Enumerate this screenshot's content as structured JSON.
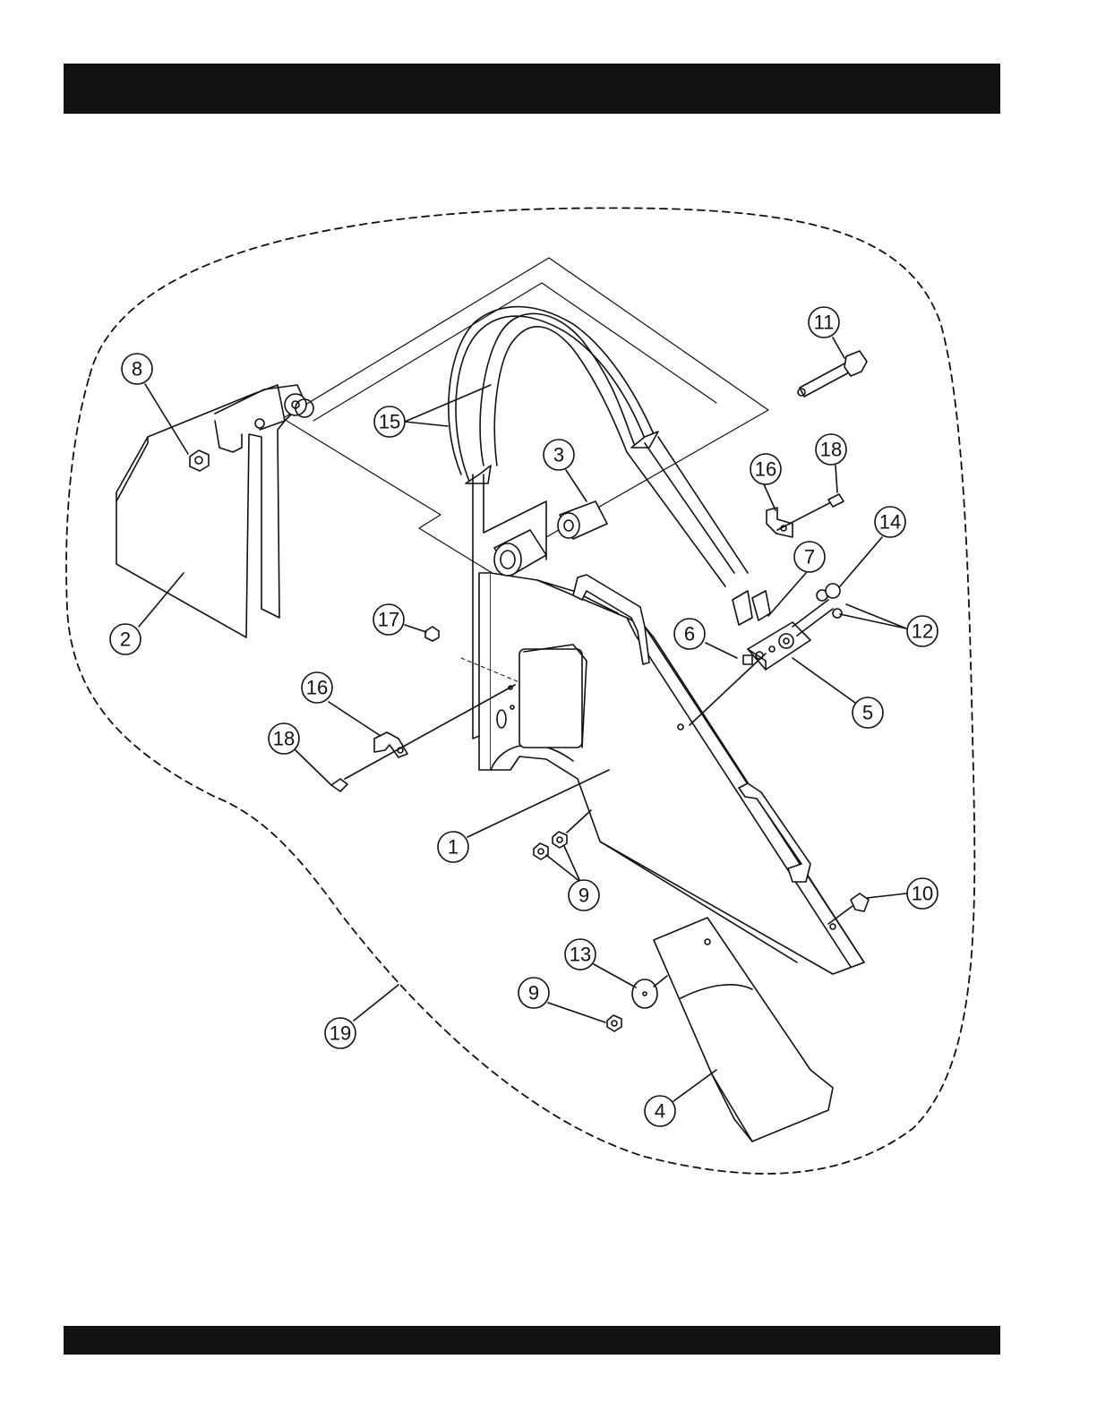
{
  "diagram": {
    "callouts": [
      {
        "id": "c1",
        "label": "1"
      },
      {
        "id": "c2",
        "label": "2"
      },
      {
        "id": "c3",
        "label": "3"
      },
      {
        "id": "c4",
        "label": "4"
      },
      {
        "id": "c5",
        "label": "5"
      },
      {
        "id": "c6",
        "label": "6"
      },
      {
        "id": "c7",
        "label": "7"
      },
      {
        "id": "c8",
        "label": "8"
      },
      {
        "id": "c9a",
        "label": "9"
      },
      {
        "id": "c9b",
        "label": "9"
      },
      {
        "id": "c10",
        "label": "10"
      },
      {
        "id": "c11",
        "label": "11"
      },
      {
        "id": "c12",
        "label": "12"
      },
      {
        "id": "c13",
        "label": "13"
      },
      {
        "id": "c14",
        "label": "14"
      },
      {
        "id": "c15",
        "label": "15"
      },
      {
        "id": "c16a",
        "label": "16"
      },
      {
        "id": "c16b",
        "label": "16"
      },
      {
        "id": "c17",
        "label": "17"
      },
      {
        "id": "c18a",
        "label": "18"
      },
      {
        "id": "c18b",
        "label": "18"
      },
      {
        "id": "c19",
        "label": "19"
      }
    ]
  }
}
